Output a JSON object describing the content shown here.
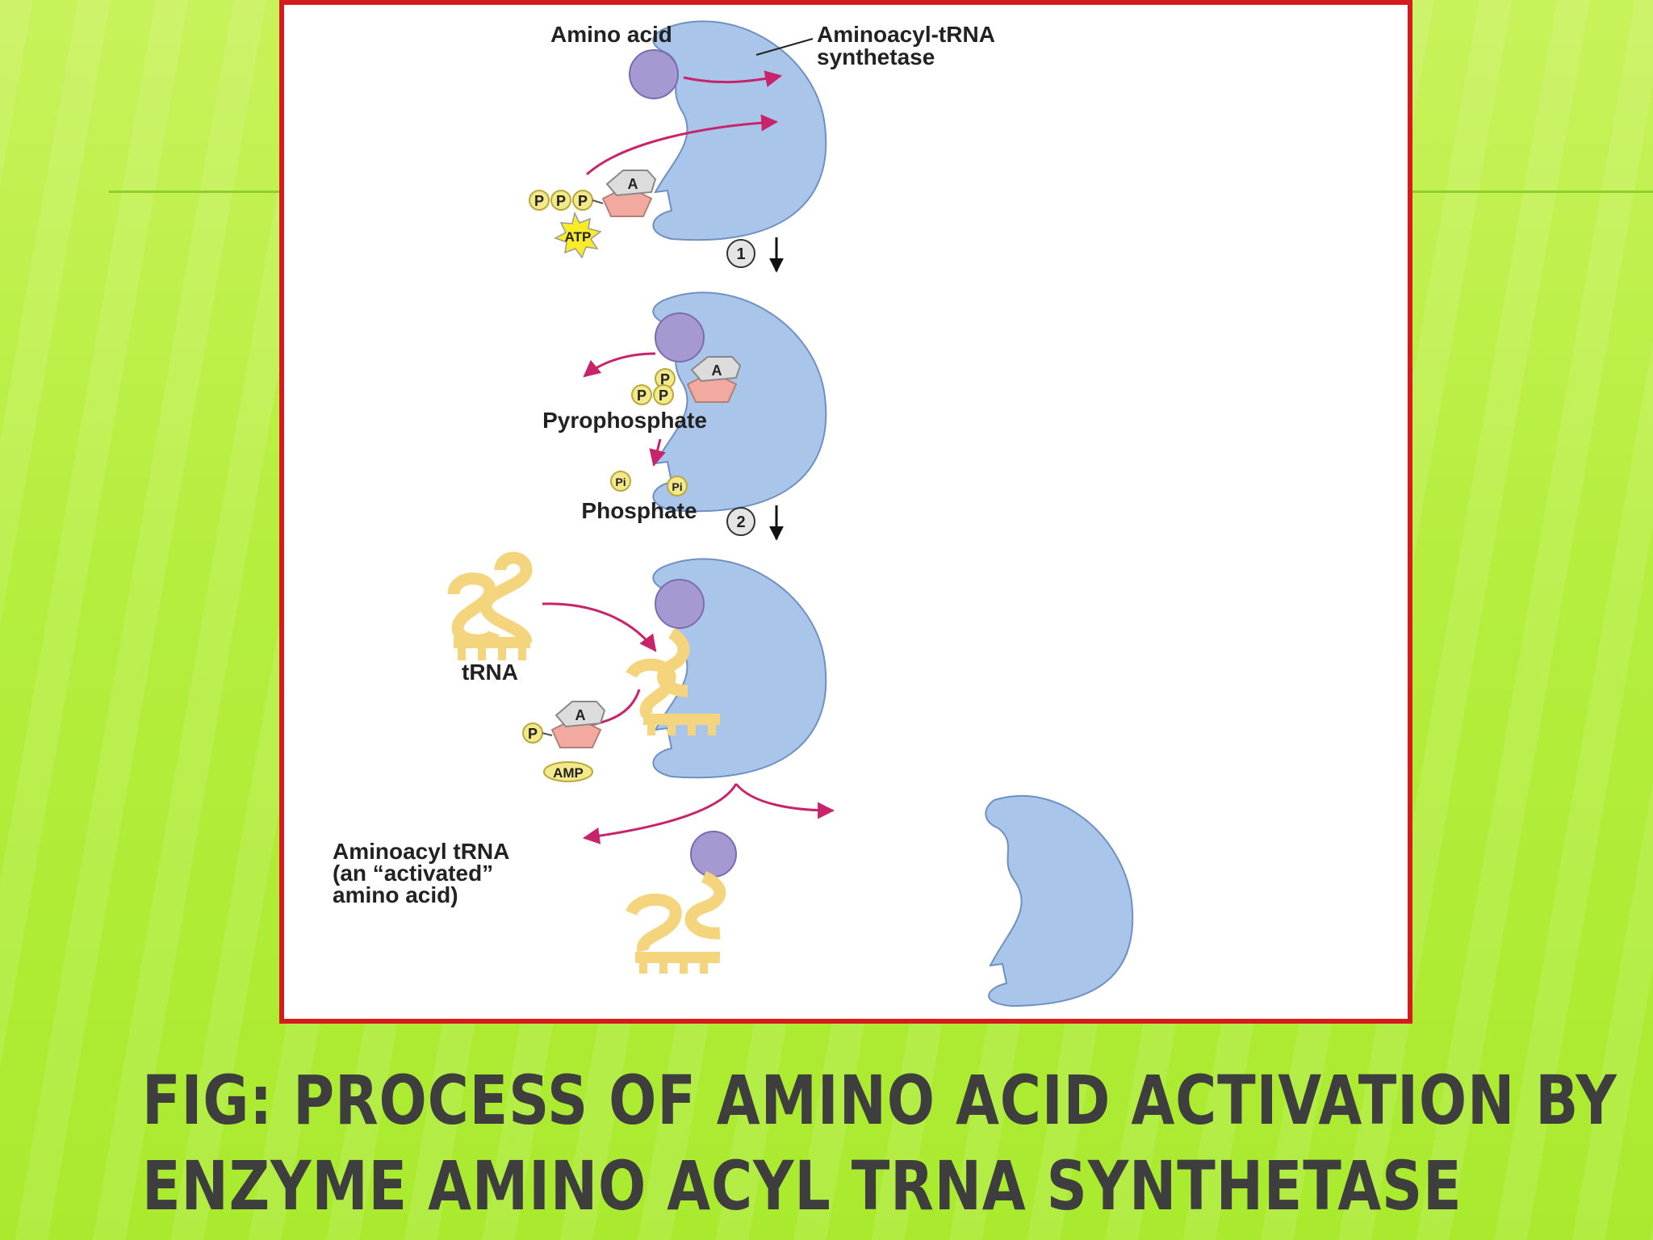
{
  "figure": {
    "labels": {
      "amino_acid": "Amino acid",
      "enzyme_line1": "Aminoacyl-tRNA",
      "enzyme_line2": "synthetase",
      "atp": "ATP",
      "phosphate_p": "P",
      "adenine": "A",
      "step1": "1",
      "step2": "2",
      "pyrophosphate": "Pyrophosphate",
      "phosphate": "Phosphate",
      "pi": "Pi",
      "trna": "tRNA",
      "amp": "AMP",
      "product_line1": "Aminoacyl tRNA",
      "product_line2": "(an “activated”",
      "product_line3": "amino acid)"
    },
    "colors": {
      "enzyme": "#a9c5ea",
      "amino_acid": "#a699d2",
      "phosphate": "#f3e98a",
      "ribose": "#f2aaa0",
      "trna": "#f4d57e",
      "arrow": "#c8246c",
      "frame": "#d41c1c"
    }
  },
  "caption": {
    "line1": "FIG: PROCESS OF AMINO ACID ACTIVATION BY",
    "line2": "ENZYME AMINO ACYL TRNA SYNTHETASE"
  }
}
